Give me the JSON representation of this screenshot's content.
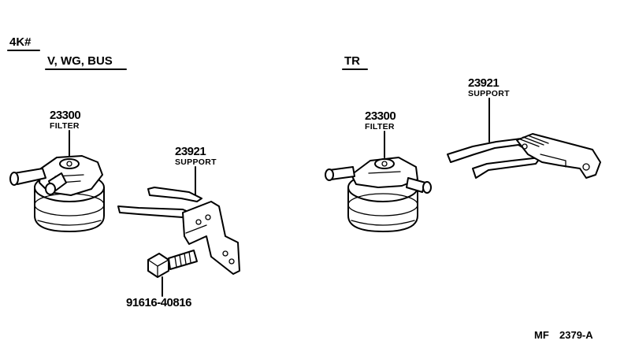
{
  "headers": {
    "model": "4K#",
    "variant_left": "V, WG, BUS",
    "variant_right": "TR"
  },
  "left": {
    "filter": {
      "part_no": "23300",
      "name": "FILTER"
    },
    "support": {
      "part_no": "23921",
      "name": "SUPPORT"
    },
    "bolt": {
      "part_no": "91616-40816"
    }
  },
  "right": {
    "filter": {
      "part_no": "23300",
      "name": "FILTER"
    },
    "support": {
      "part_no": "23921",
      "name": "SUPPORT"
    }
  },
  "footer": {
    "ref_prefix": "MF",
    "ref_code": "2379-A"
  }
}
